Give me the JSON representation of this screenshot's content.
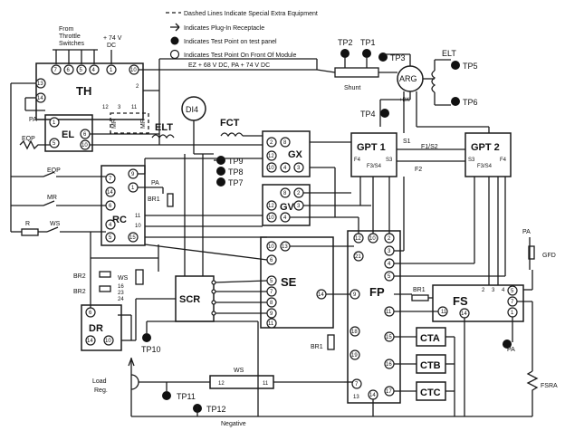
{
  "legend": {
    "dashed": "Dashed Lines Indicate Special Extra Equipment",
    "receptacle": "Indicates Plug-In Receptacle",
    "tp_panel": "Indicates Test Point on test panel",
    "tp_module": "Indicates Test Point On Front Of Module",
    "voltages": "EZ + 68 V DC, PA + 74 V DC"
  },
  "th": {
    "from1": "From",
    "from2": "Throttle",
    "from3": "Switches",
    "v1": "+ 74 V",
    "v2": "DC",
    "label": "TH"
  },
  "el": {
    "label": "EL",
    "pa": "PA",
    "eqp": "EQP"
  },
  "di4": {
    "label": "DI4",
    "mr": "MR",
    "elt": "ELT"
  },
  "fct": {
    "label": "FCT"
  },
  "test_points": {
    "tp1": "TP1",
    "tp2": "TP2",
    "tp3": "TP3",
    "tp4": "TP4",
    "tp5": "TP5",
    "tp6": "TP6",
    "tp7": "TP7",
    "tp8": "TP8",
    "tp9": "TP9",
    "tp10": "TP10",
    "tp11": "TP11",
    "tp12": "TP12"
  },
  "gx": {
    "label": "GX"
  },
  "gv": {
    "label": "GV"
  },
  "se": {
    "label": "SE"
  },
  "scr": {
    "label": "SCR"
  },
  "rc": {
    "label": "RC",
    "pa": "PA",
    "br1": "BR1"
  },
  "left": {
    "eqp": "EQP",
    "mr": "MR",
    "r": "R",
    "ws": "WS"
  },
  "lower_left": {
    "br2": "BR2",
    "ws": "WS",
    "p16": "16",
    "p23": "23",
    "p24": "24"
  },
  "dr": {
    "label": "DR"
  },
  "load_reg": {
    "line1": "Load",
    "line2": "Reg."
  },
  "ws_bottom": {
    "label": "WS",
    "p12": "12",
    "p11": "11"
  },
  "negative": "Negative",
  "fp": {
    "label": "FP",
    "br1": "BR1"
  },
  "ct": {
    "a": "CTA",
    "b": "CTB",
    "c": "CTC"
  },
  "fs": {
    "label": "FS",
    "br1": "BR1",
    "pa": "PA"
  },
  "gfd": {
    "label": "GFD",
    "pa": "PA"
  },
  "fsra": {
    "label": "FSRA"
  },
  "gpt1": {
    "label": "GPT 1",
    "f4": "F4",
    "f3s4": "F3/S4",
    "s3": "S3"
  },
  "gpt2": {
    "label": "GPT 2",
    "s3": "S3",
    "f3s4": "F3/S4",
    "f4": "F4"
  },
  "gpt_links": {
    "s1": "S1",
    "f1s2": "F1/S2",
    "f2": "F2"
  },
  "shunt": {
    "label": "Shunt"
  },
  "arg": {
    "label": "ARG",
    "mask": "+BK"
  },
  "elt_right": {
    "label": "ELT"
  }
}
